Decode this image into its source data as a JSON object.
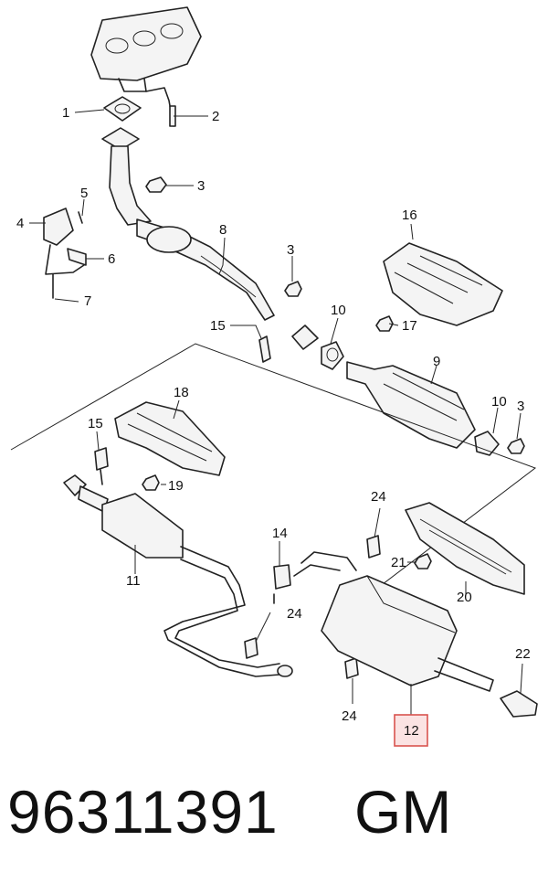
{
  "callouts": [
    {
      "label": "1"
    },
    {
      "label": "2"
    },
    {
      "label": "3"
    },
    {
      "label": "5"
    },
    {
      "label": "4"
    },
    {
      "label": "6"
    },
    {
      "label": "7"
    },
    {
      "label": "8"
    },
    {
      "label": "16"
    },
    {
      "label": "3"
    },
    {
      "label": "10"
    },
    {
      "label": "15"
    },
    {
      "label": "17"
    },
    {
      "label": "9"
    },
    {
      "label": "18"
    },
    {
      "label": "10"
    },
    {
      "label": "3"
    },
    {
      "label": "15"
    },
    {
      "label": "19"
    },
    {
      "label": "24"
    },
    {
      "label": "14"
    },
    {
      "label": "11"
    },
    {
      "label": "21"
    },
    {
      "label": "20"
    },
    {
      "label": "24"
    },
    {
      "label": "22"
    },
    {
      "label": "24"
    },
    {
      "label": "12"
    }
  ],
  "highlight": {
    "label": "12",
    "color": "#d9534f"
  },
  "footer": {
    "part_number": "96311391",
    "brand": "GM"
  }
}
